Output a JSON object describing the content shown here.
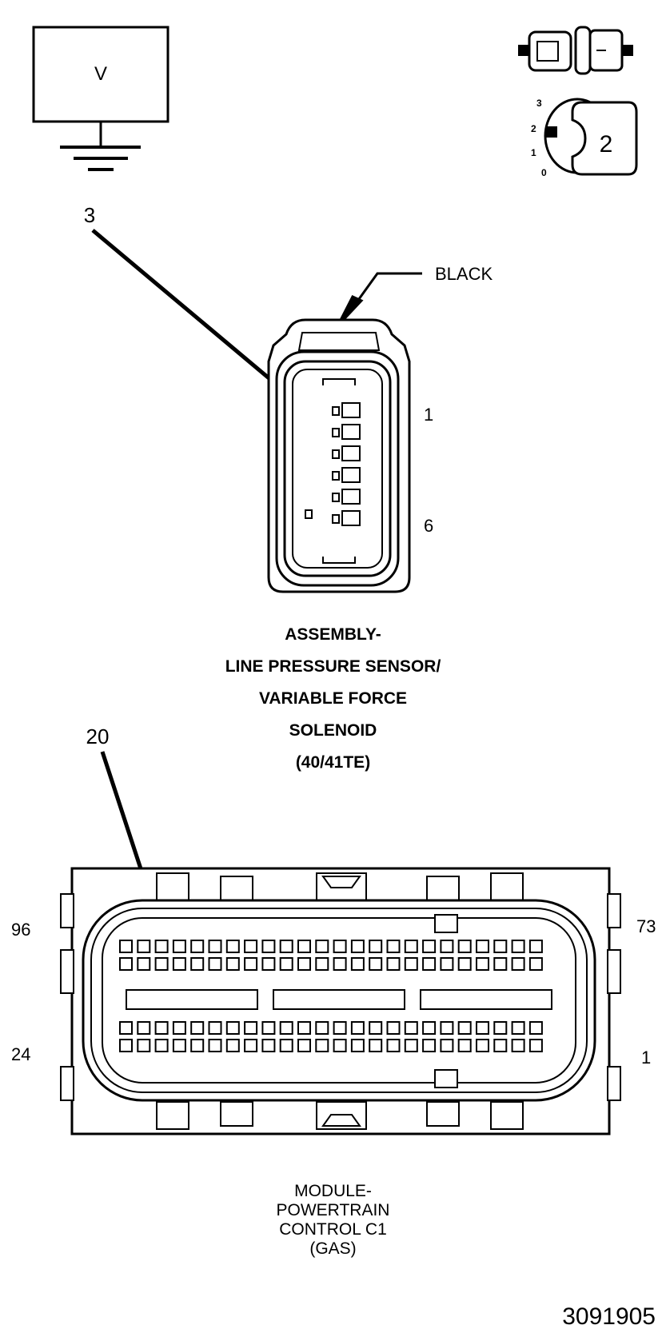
{
  "meter": {
    "symbol": "V"
  },
  "ignition": {
    "positions": [
      "3",
      "2",
      "1",
      "0"
    ],
    "key_position": "2"
  },
  "callouts": {
    "pin_a": "3",
    "pin_b": "20"
  },
  "connector_top": {
    "color_label": "BLACK",
    "pin_first": "1",
    "pin_last": "6",
    "name_lines": [
      "ASSEMBLY-",
      "LINE PRESSURE SENSOR/",
      "VARIABLE FORCE",
      "SOLENOID",
      "(40/41TE)"
    ]
  },
  "connector_bottom": {
    "pin_top_left": "96",
    "pin_top_right": "73",
    "pin_bottom_left": "24",
    "pin_bottom_right": "1",
    "name_lines": [
      "MODULE-",
      "POWERTRAIN",
      "CONTROL C1",
      "(GAS)"
    ]
  },
  "figure_id": "3091905"
}
